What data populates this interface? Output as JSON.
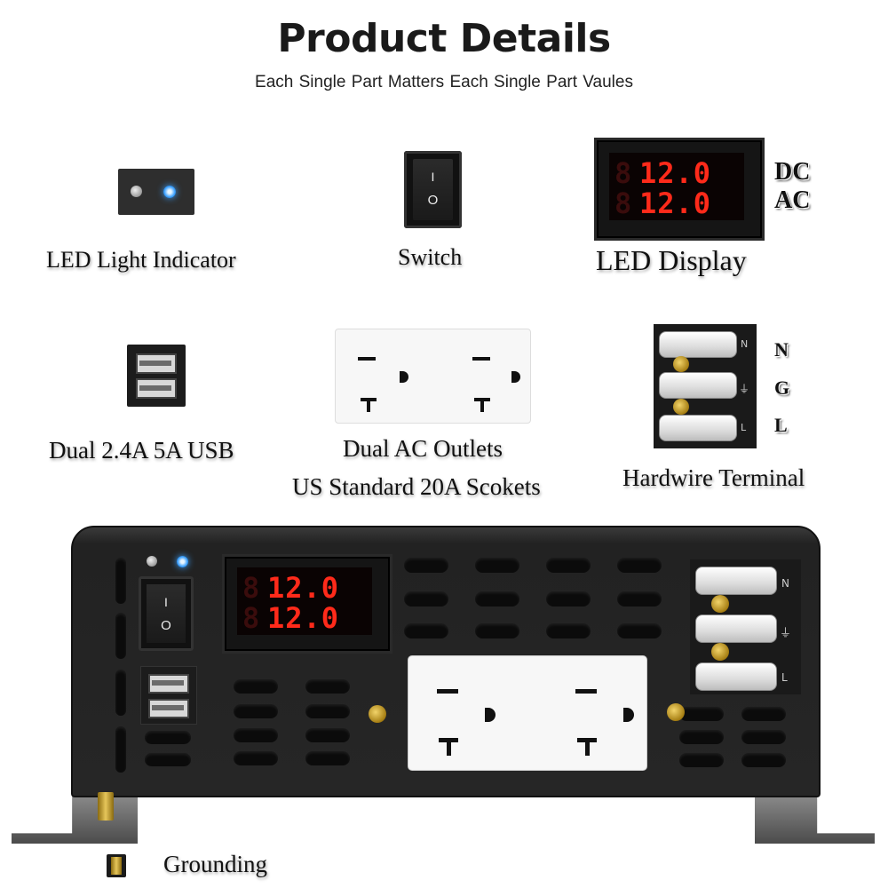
{
  "header": {
    "title": "Product Details",
    "subtitle": "Each Single Part Matters   Each Single Part Vaules"
  },
  "features": {
    "led_indicator": {
      "label": "LED Light Indicator"
    },
    "switch": {
      "label": "Switch",
      "on_symbol": "I",
      "off_symbol": "O"
    },
    "led_display": {
      "label": "LED Display",
      "dc_reading": "12.0",
      "ac_reading": "12.0",
      "dc_tag": "DC",
      "ac_tag": "AC"
    },
    "usb": {
      "label": "Dual 2.4A 5A USB"
    },
    "outlets": {
      "label_line1": "Dual AC Outlets",
      "label_line2": "US Standard 20A Scokets"
    },
    "terminal": {
      "label": "Hardwire Terminal",
      "n": "N",
      "g": "G",
      "l": "L"
    }
  },
  "device": {
    "dc_reading": "12.0",
    "ac_reading": "12.0",
    "switch_on": "I",
    "switch_off": "O",
    "term_n": "N",
    "term_l": "L"
  },
  "grounding": {
    "label": "Grounding"
  },
  "colors": {
    "led_blue": "#3aa0ff",
    "display_red": "#ff2a1a",
    "chassis": "#262626",
    "brass": "#c9a227"
  }
}
